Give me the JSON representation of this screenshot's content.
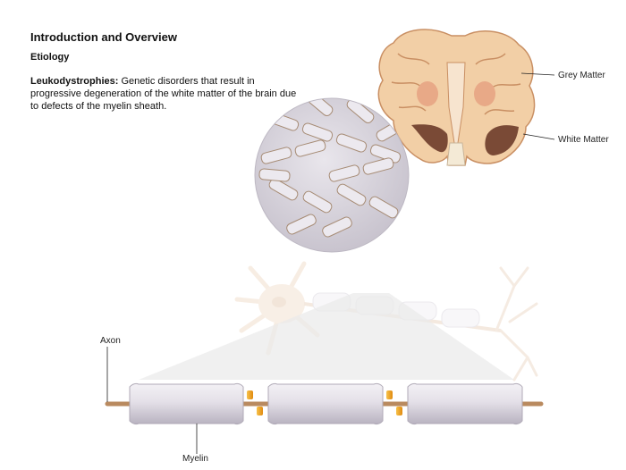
{
  "heading": {
    "title": "Introduction and Overview",
    "subtitle": "Etiology",
    "term": "Leukodystrophies:",
    "definition": " Genetic disorders that result in progressive degeneration of the white matter of the brain due to defects of the myelin sheath."
  },
  "labels": {
    "grey_matter": "Grey Matter",
    "white_matter": "White Matter",
    "axon": "Axon",
    "myelin": "Myelin"
  },
  "colors": {
    "grey_matter": "#f2cfa6",
    "white_matter": "#7a4a36",
    "axon": "#b98a5f",
    "myelin_sheath": "#e6e2ea",
    "node_of_ranvier": "#f0a020"
  }
}
